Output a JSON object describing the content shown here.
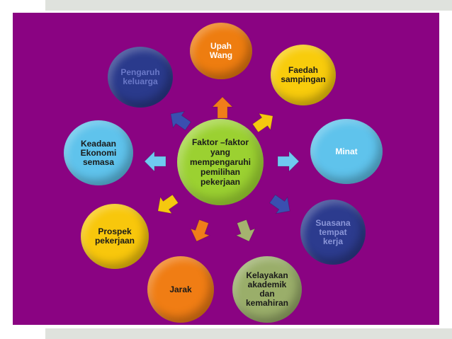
{
  "center": {
    "label": "Faktor –faktor\nyang\nmempengaruhi\npemilihan\npekerjaan",
    "color": "#9bd131"
  },
  "nodes": [
    {
      "id": "upah-wang",
      "label": "Upah\nWang",
      "color": "#ee7d10",
      "text_color": "#ffffff",
      "arrow_color": "#f07d1a"
    },
    {
      "id": "faedah-sampingan",
      "label": "Faedah\nsampingan",
      "color": "#f8cc0c",
      "text_color": "#1a1a1a",
      "arrow_color": "#f5c80f"
    },
    {
      "id": "minat",
      "label": "Minat",
      "color": "#5fc3ec",
      "text_color": "#ffffff",
      "arrow_color": "#6fcaf0"
    },
    {
      "id": "suasana-tempat-kerja",
      "label": "Suasana\ntempat\nkerja",
      "color": "#2c3b8e",
      "text_color": "#8b96d8",
      "arrow_color": "#3a4fb0"
    },
    {
      "id": "kelayakan",
      "label": "Kelayakan\nakademik\ndan\nkemahiran",
      "color": "#9aae6a",
      "text_color": "#1a1a1a",
      "arrow_color": "#a5b26f"
    },
    {
      "id": "jarak",
      "label": "Jarak",
      "color": "#f07d14",
      "text_color": "#1a1a1a",
      "arrow_color": "#f07d1a"
    },
    {
      "id": "prospek-pekerjaan",
      "label": "Prospek\npekerjaan",
      "color": "#f8c70c",
      "text_color": "#1a1a1a",
      "arrow_color": "#f5c80f"
    },
    {
      "id": "keadaan-ekonomi",
      "label": "Keadaan\nEkonomi\nsemasa",
      "color": "#5fc3ec",
      "text_color": "#1a1a1a",
      "arrow_color": "#6fcaf0"
    },
    {
      "id": "pengaruh-keluarga",
      "label": "Pengaruh\nkeluarga",
      "color": "#2a3a8c",
      "text_color": "#6a78c8",
      "arrow_color": "#3a4fb0"
    }
  ]
}
